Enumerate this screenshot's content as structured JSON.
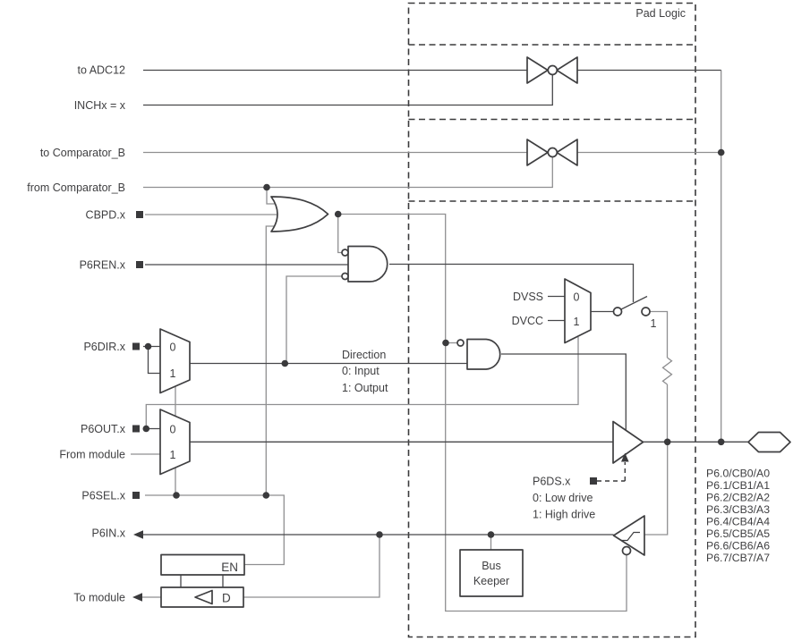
{
  "pad_logic_label": "Pad Logic",
  "signals": {
    "to_adc12": "to ADC12",
    "inchx": "INCHx = x",
    "to_comparator": "to Comparator_B",
    "from_comparator": "from Comparator_B",
    "cbpd": "CBPD.x",
    "p6ren": "P6REN.x",
    "p6dir": "P6DIR.x",
    "p6out": "P6OUT.x",
    "from_module": "From module",
    "p6sel": "P6SEL.x",
    "p6in": "P6IN.x",
    "to_module": "To module"
  },
  "direction_note": {
    "title": "Direction",
    "line0": "0: Input",
    "line1": "1: Output"
  },
  "p6ds_note": {
    "title": "P6DS.x",
    "line0": "0: Low drive",
    "line1": "1: High drive"
  },
  "power": {
    "dvss": "DVSS",
    "dvcc": "DVCC"
  },
  "mux": {
    "zero": "0",
    "one": "1"
  },
  "switch_label": "1",
  "bus_keeper": {
    "line1": "Bus",
    "line2": "Keeper"
  },
  "latch": {
    "en": "EN",
    "d": "D"
  },
  "pins": [
    "P6.0/CB0/A0",
    "P6.1/CB1/A1",
    "P6.2/CB2/A2",
    "P6.3/CB3/A3",
    "P6.4/CB4/A4",
    "P6.5/CB5/A5",
    "P6.6/CB6/A6",
    "P6.7/CB7/A7"
  ],
  "colors": {
    "line_dark": "#47474a",
    "line_gray": "#8f8f91",
    "text": "#3f3f41",
    "background": "#ffffff"
  }
}
